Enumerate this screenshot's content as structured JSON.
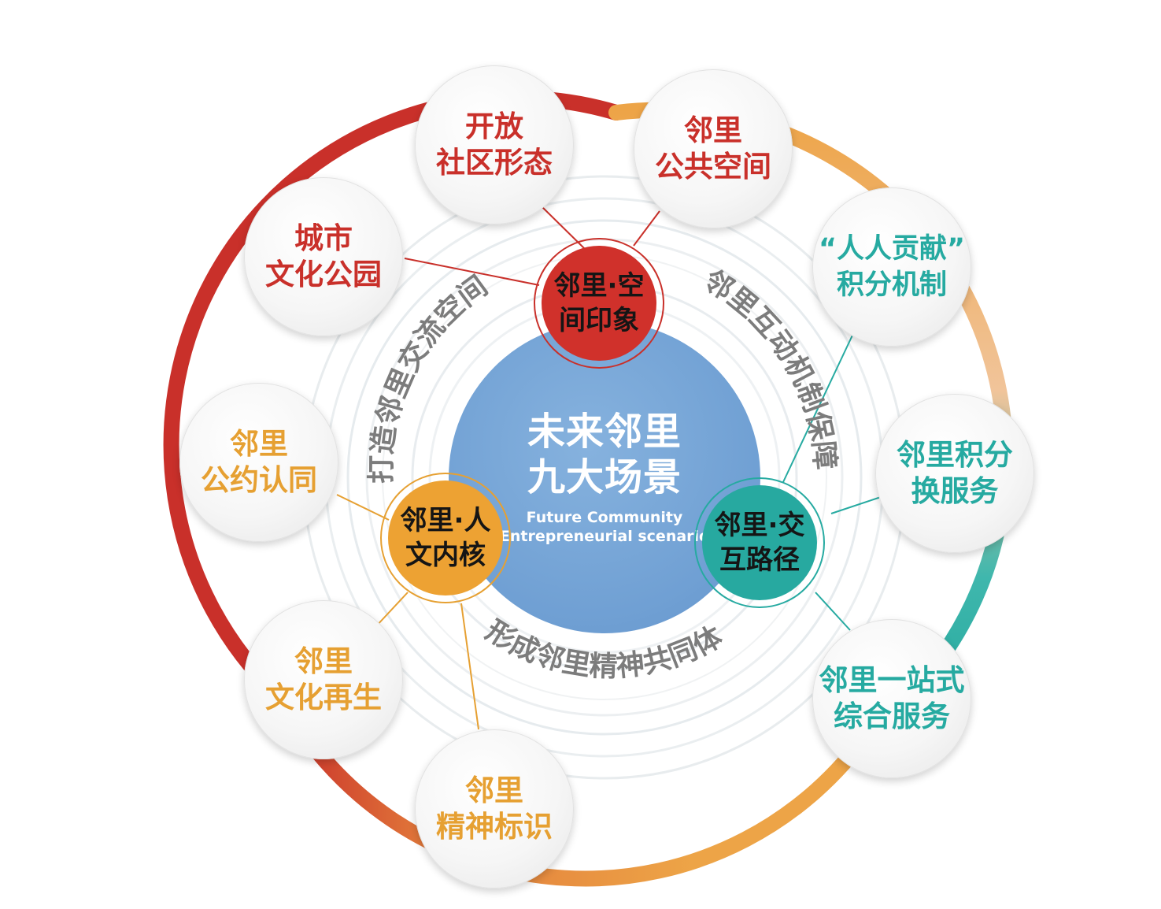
{
  "center": {
    "title_line1": "未来邻里",
    "title_line2": "九大场景",
    "subtitle_line1": "Future Community",
    "subtitle_line2": "Entrepreneurial scenario"
  },
  "hubs": {
    "spatial": {
      "line1": "邻里·空",
      "line2": "间印象"
    },
    "humanistic": {
      "line1": "邻里·人",
      "line2": "文内核"
    },
    "interaction": {
      "line1": "邻里·交",
      "line2": "互路径"
    }
  },
  "scenarios": {
    "open_community": {
      "line1": "开放",
      "line2": "社区形态"
    },
    "public_space": {
      "line1": "邻里",
      "line2": "公共空间"
    },
    "city_park": {
      "line1": "城市",
      "line2": "文化公园"
    },
    "contribution_points": {
      "line1": "“人人贡献”",
      "line2": "积分机制"
    },
    "points_exchange": {
      "line1": "邻里积分",
      "line2": "换服务"
    },
    "one_stop_service": {
      "line1": "邻里一站式",
      "line2": "综合服务"
    },
    "convention": {
      "line1": "邻里",
      "line2": "公约认同"
    },
    "culture_regeneration": {
      "line1": "邻里",
      "line2": "文化再生"
    },
    "spirit_mark": {
      "line1": "邻里",
      "line2": "精神标识"
    }
  },
  "arc_labels": {
    "left": "打造邻里交流空间",
    "right": "邻里互动机制保障",
    "bottom": "形成邻里精神共同体"
  },
  "colors": {
    "red": "#c9302a",
    "orange": "#e6a032",
    "teal": "#26aaa1",
    "center_blue": "#6f9fd3"
  }
}
